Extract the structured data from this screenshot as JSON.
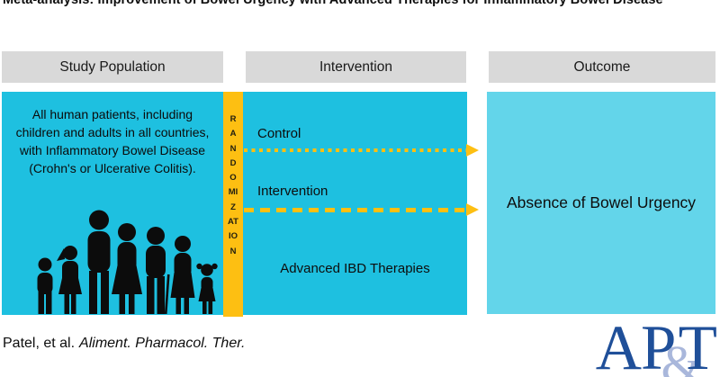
{
  "title": "Meta-analysis: Improvement of Bowel Urgency with Advanced Therapies for Inflammatory Bowel Disease",
  "population": {
    "header": "Study Population",
    "description": "All human patients, including children and adults in all countries, with Inflammatory Bowel Disease (Crohn's or Ulcerative Colitis).",
    "icon": "family-silhouettes-icon"
  },
  "randomization": {
    "label": "RANDOMIZATION"
  },
  "intervention": {
    "header": "Intervention",
    "arms": [
      {
        "label": "Control",
        "arrow_style": "dotted"
      },
      {
        "label": "Intervention",
        "arrow_style": "dashed"
      }
    ],
    "note": "Advanced IBD Therapies"
  },
  "outcome": {
    "header": "Outcome",
    "result": "Absence of Bowel Urgency"
  },
  "footer": {
    "citation_authors": "Patel, et al.",
    "citation_journal": "Aliment. Pharmacol. Ther.",
    "logo_ap": "AP",
    "logo_amp": "&",
    "logo_t": "T"
  },
  "colors": {
    "cyan_main": "#1ec0e0",
    "cyan_light": "#63d5ea",
    "arrow_yellow": "#fdbf12",
    "header_gray": "#d9d9d9",
    "logo_navy": "#1f4f99",
    "logo_amp_blue": "#a9b7db"
  }
}
